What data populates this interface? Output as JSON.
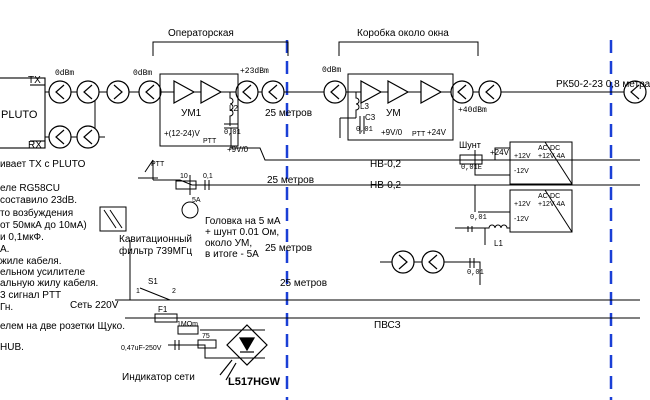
{
  "sections": {
    "operator_room": "Операторская",
    "window_box": "Коробка около окна"
  },
  "pluto": {
    "name": "PLUTO",
    "tx": "TX",
    "rx": "RX"
  },
  "levels": {
    "l1": "0dBm",
    "l2": "0dBm",
    "l3": "+23dBm",
    "l4": "0dBm",
    "l5": "+40dBm"
  },
  "amps": {
    "um1": "УМ1",
    "um": "УМ"
  },
  "parts": {
    "l2": "L2",
    "l3": "L3",
    "l1": "L1",
    "c3": "C3",
    "c_001_a": "0,01",
    "c_001_b": "0,01",
    "c_001_c": "0,01",
    "c_001_d": "0,01",
    "c_01": "0,1",
    "r_10": "10",
    "supply_1": "+(12-24)V",
    "ptt_a": "PTT",
    "plus9v_a": "+9V/0",
    "supply_2": "+9V/0",
    "ptt_b": "PTT",
    "plus24v_a": "+24V",
    "shunt": "Шунт",
    "shunt_val": "0,01E",
    "plus24v_b": "+24V",
    "ptt_sw": "PTT",
    "fuse_5a": "5A",
    "s1": "S1",
    "s1_pin1": "1",
    "s1_pin2": "2",
    "f1": "F1",
    "r_1mom": "1MOm",
    "cap_047": "0,47uF-250V",
    "r_75": "75",
    "led": "L517HGW"
  },
  "psu": [
    {
      "title": "AC-DC",
      "p12": "+12V",
      "m12": "-12V",
      "out": "+12V 4A"
    },
    {
      "title": "AC-DC",
      "p12": "+12V",
      "m12": "-12V",
      "out": "+12V 4A"
    }
  ],
  "cables": {
    "m25_a": "25 метров",
    "m25_b": "25 метров",
    "m25_c": "25 метров",
    "m25_d": "25 метров",
    "nv1": "НВ-0,2",
    "nv2": "НВ-0,2",
    "rk": "РК50-2-23 0,8 метра",
    "pvsz": "ПВСЗ"
  },
  "labels": {
    "filter": "Кавитационный фильтр 739МГц",
    "head_lines": [
      "Головка на 5 мА",
      "+ шунт 0.01 Ом,",
      "около УМ,",
      "в итоге - 5А"
    ],
    "mains": "Сеть 220V",
    "indicator": "Индикатор сети"
  },
  "notes": [
    "ивает TX с PLUTO",
    "еле RG58CU",
    "составило 23dB.",
    "то возбуждения",
    "от 50мкА до 10мА)",
    "и 0,1мкФ.",
    "А.",
    "жиле кабеля.",
    "ельном усилителе",
    "альную жилу кабеля.",
    "3 сигнал PTT",
    "Гн.",
    "елем на две розетки Щуко.",
    "HUB."
  ]
}
